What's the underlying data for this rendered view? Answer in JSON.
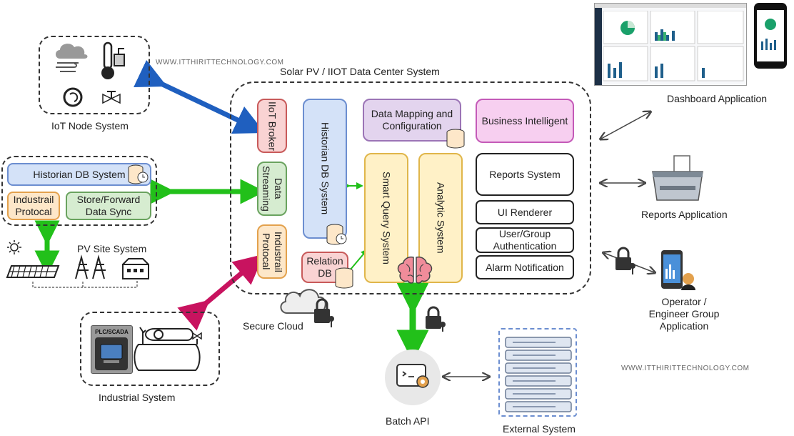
{
  "watermark": "WWW.ITTHIRITTECHNOLOGY.COM",
  "datacenter": {
    "title": "Solar PV / IIOT  Data Center System",
    "iiot_broker": "IIoT Broker",
    "data_streaming": "Data Streaming",
    "industrial_protocal": "Industrail Protocal",
    "historian_db": "Historian DB System",
    "data_mapping": "Data Mapping and Configuration",
    "relation_db": "Relation DB",
    "smart_query": "Smart Query System",
    "analytic": "Analytic System",
    "business_intelligent": "Business Intelligent",
    "reports_system": "Reports System",
    "ui_renderer": "UI Renderer",
    "user_group_auth": "User/Group Authentication",
    "alarm_notification": "Alarm Notification"
  },
  "iot_node": {
    "label": "IoT Node System"
  },
  "pv_site": {
    "label": "PV Site System",
    "historian": "Historian DB System",
    "industrail_protocal": "Industrail Protocal",
    "store_forward": "Store/Forward Data Sync"
  },
  "industrial_system": {
    "label": "Industrial System",
    "plc": "PLC/SCADA"
  },
  "secure_cloud": {
    "label": "Secure Cloud"
  },
  "batch_api": {
    "label": "Batch API"
  },
  "external_system": {
    "label": "External System"
  },
  "dashboard_app": {
    "label": "Dashboard Application"
  },
  "reports_app": {
    "label": "Reports Application"
  },
  "operator_app": {
    "label": "Operator / Engineer Group Application"
  },
  "colors": {
    "blue_arrow": "#1f5fbf",
    "green_arrow": "#22c01a",
    "magenta_arrow": "#c8135f",
    "gray_arrow": "#444444"
  }
}
